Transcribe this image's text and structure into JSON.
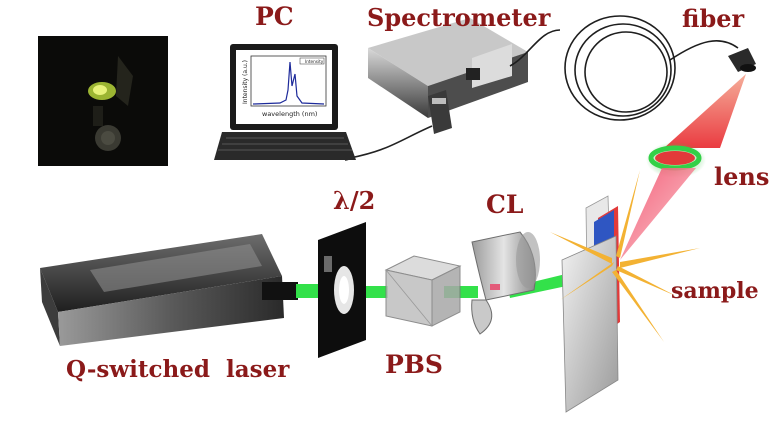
{
  "labels": {
    "pc": "PC",
    "spectrometer": "Spectrometer",
    "fiber": "fiber",
    "lens": "lens",
    "half_wave": "λ/2",
    "cl": "CL",
    "sample": "sample",
    "laser": "Q-switched  laser",
    "pbs": "PBS"
  },
  "screen_plot": {
    "legend": "Intensity",
    "ylabel": "Intensity (a.u.)",
    "xlabel": "wavelength (nm)"
  },
  "colors": {
    "label_text": "#8b1a1a",
    "beam_green": "#33e14a",
    "emission_red": "#e8312b",
    "lens_glow": "#3ad646",
    "spark": "#f3b233"
  }
}
